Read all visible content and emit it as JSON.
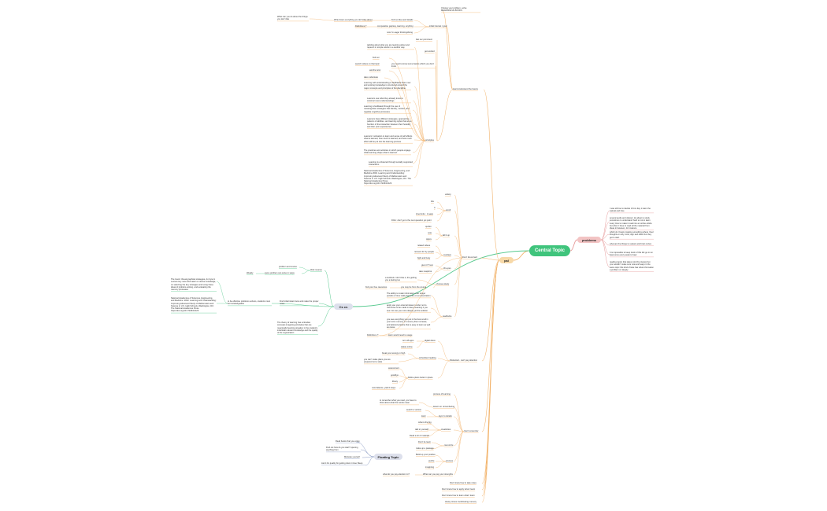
{
  "diagram": {
    "central_topic": "Central Topic",
    "pal": {
      "label": "pal",
      "branches": [
        {
          "label": "learn/understand the basics",
          "children": [
            {
              "label": "Choose your problem- solve MEANINGFUL BOOKS"
            },
            {
              "label": "initial Interest / goal",
              "children": [
                "find out idea and details",
                "comparative gap/say, learning, anything",
                "now I'm eager thinking/doing"
              ],
              "notes": [
                "What can you do about the things you don't like",
                "Write down everything you don't like about",
                "Definitions ?"
              ]
            },
            {
              "label": "principles",
              "children": [
                "tackling about what you are learning about and repeat it in simple words in a another way",
                "find out",
                "search videos on that topic",
                "ask the tutor",
                "take understate",
                "Learning with understanding is facilitated when new and existing knowledge is structured around the major concepts and principles of the discipline",
                "Learners use what they already know to construct new understandings",
                "Learning is facilitated through the use of metacognitive strategies that identify, monitor, and regulate cognitive processes",
                "Learners have different strategies, approaches, patterns of abilities, and learning styles that are a function of the interaction between their heredity and their prior experiences",
                "Learners' motivation to learn and sense of self affects what is learned, how much is learned, and how much effort will be put into the learning process",
                "The practices and activities in which people engage while learning shape what is learned",
                "Learning is enhanced through socially supported interactions",
                "National Academies of Sciences, Engineering, and Medicine 2002. Learning and Understanding: Improving Advanced Study of Mathematics and Science in U.S. High Schools. Washington, DC: The National Academies Press. https://doi.org/10.17226/10129"
              ],
              "extra": [
                "fast our prominent",
                "get excited",
                "you need to know some basics which you don't know"
              ]
            }
          ]
        },
        {
          "label": "Don't focus hard",
          "children": [
            {
              "label": "variety"
            },
            {
              "label": "scroll",
              "children": [
                "link",
                "tt",
                "time limits : 1 week",
                "DCE : don't go to the next question yet point"
              ]
            },
            {
              "label": "fall it up",
              "children": [
                "quizlet",
                "note",
                "topics"
              ]
            },
            {
              "label": "overlaps",
              "children": [
                "related videos",
                "reinvent for by people",
                "fight and fusty"
              ]
            },
            {
              "label": "thru-pus",
              "children": [
                "give it IT test",
                "take snapshot"
              ]
            },
            {
              "label": "choose wisely",
              "children": [
                "a textbook I don't like it, the getting you a feeling too",
                "you may be from the course",
                "find your free resources"
              ]
            },
            {
              "label": "read/write",
              "children": [
                "The ability to retain information over longer periods of time really depends on an association",
                "apply use your external ideas in order not to memorise to be made in deep meaning it you see it to use you more deeply yet the solution",
                "you see everything you put in the best at all in your term memory or memory then increase, and tailored practice that is easy to learn as well as cause"
              ]
            },
            {
              "label": "Definitions ?",
              "children": [
                "learn would need to usage"
              ]
            }
          ]
        },
        {
          "label": "Distracted - can't pay attention",
          "children": [
            {
              "label": "digital detox",
              "children": [
                "turn off apps",
                "delete online"
              ]
            },
            {
              "label": "schedules heading",
              "children": [
                "break your energy in high",
                "you can't make plans you are prepared not a state"
              ]
            },
            {
              "label": "Define plans better in place",
              "children": [
                "assessment",
                "goodbye",
                "library",
                "new balance, yield it stays"
              ]
            }
          ]
        },
        {
          "label": "Can't remember",
          "children": [
            {
              "label": "process of learning"
            },
            {
              "label": "lesson on remembering",
              "children": [
                "to remember what you read, you have to think about what the words mean"
              ]
            },
            {
              "label": "layer to details",
              "children": [
                "search a version",
                "learn"
              ]
            },
            {
              "label": "creativities",
              "children": [
                "what is the big",
                "talk to yourself",
                "Read a lot of material"
              ]
            },
            {
              "label": "memorize",
              "children": [
                "Don't be learn",
                "make up a passage"
              ]
            },
            {
              "label": "process",
              "children": [
                "Build up your positive",
                "puzzle",
                "imagining"
              ]
            },
            {
              "label": "What can you pay your strengths",
              "children": [
                "what do you pay attention to?"
              ]
            }
          ]
        },
        {
          "label": "Don't know how to take notes"
        },
        {
          "label": "Don't know how to apply what I learn"
        },
        {
          "label": "Don't know how to learn what I learn"
        },
        {
          "label": "Heavy stress coordinating memory"
        }
      ]
    },
    "problems": {
      "label": "problems",
      "children": [
        "I was still too to decide it from day 1 learn the natural and time",
        "several audio and videos I do about to study sometimes to understand hard to not to learn every time to make it read into an online article but when I have to read all the material from ideas in between, for instance",
        "which do I begin creating something where I feel thoughts on any mind, sign and effect but they get to start",
        "what are the things to sustain and brain cortex",
        "It is impossible to keep track of this felt go on at least once every week to hear",
        "reading topics that takes mind by interest but you wouldn't make sure note and ways in the same topic this kind of take has what information a problem on deeply"
      ]
    },
    "cs": {
      "label": "Cs cs",
      "branches": [
        {
          "label": "think reverse",
          "children": [
            "problem and course",
            "same problem can solve in steps"
          ],
          "extra": [
            "Weekly"
          ]
        },
        {
          "label": "to be effective problems solvers, students must be knowledgeable",
          "children": [
            "The Good: Visual graphical strategies, An byte In Lecture key new information or derive knowledge, on selecting the key strategies and using these ideas of problem-solving, and evaluating the memory processes",
            "National Academies of Sciences, Engineering, and Medicine. 2002. Learning and Understanding: Improving Advanced Study of Mathematics and Science in U.S. High Schools. Washington, DC: The National Academies Press. https://doi.org/10.17226/10129"
          ]
        },
        {
          "label": "Find initial idea/ know and make the proper notes"
        },
        {
          "label": "The theory of learning has embodies concepts imagining principles that are meaningful learning situation in the student's individual relevant knowledge and the quality of the organization"
        }
      ]
    },
    "floating": {
      "label": "Floating Topic",
      "children": [
        "Read books that you enjoy",
        "Find out how do you start? opening anything from",
        "Motivate yourself",
        "Ask it for quality for getting down it lose Sleep"
      ]
    }
  }
}
